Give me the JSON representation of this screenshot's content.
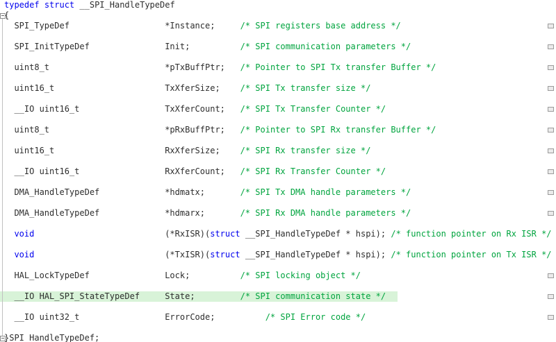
{
  "colors": {
    "keyword": "#0000EE",
    "comment": "#00A43E",
    "plain": "#2d2d2d",
    "highlight_bg": "#d8f3d8"
  },
  "code": {
    "language": "c",
    "lines": [
      {
        "tokens": [
          {
            "t": "typedef",
            "s": "k"
          },
          {
            "t": " ",
            "s": "p"
          },
          {
            "t": "struct",
            "s": "k"
          },
          {
            "t": " __SPI_HandleTypeDef",
            "s": "p"
          }
        ]
      },
      {
        "fold": "start",
        "tokens": [
          {
            "t": "{",
            "s": "p"
          }
        ]
      },
      {
        "mark": true,
        "tokens": [
          {
            "t": "  SPI_TypeDef",
            "s": "p"
          },
          {
            "t": "*Instance;",
            "s": "p",
            "col": 32
          },
          {
            "t": "/* SPI registers base address */",
            "s": "c",
            "col": 47
          }
        ]
      },
      {
        "blank": true
      },
      {
        "mark": true,
        "tokens": [
          {
            "t": "  SPI_InitTypeDef",
            "s": "p"
          },
          {
            "t": "Init;",
            "s": "p",
            "col": 32
          },
          {
            "t": "/* SPI communication parameters */",
            "s": "c",
            "col": 47
          }
        ]
      },
      {
        "blank": true
      },
      {
        "mark": true,
        "tokens": [
          {
            "t": "  uint8_t",
            "s": "p"
          },
          {
            "t": "*pTxBuffPtr;",
            "s": "p",
            "col": 32
          },
          {
            "t": "/* Pointer to SPI Tx transfer Buffer */",
            "s": "c",
            "col": 47
          }
        ]
      },
      {
        "blank": true
      },
      {
        "mark": true,
        "tokens": [
          {
            "t": "  uint16_t",
            "s": "p"
          },
          {
            "t": "TxXferSize;",
            "s": "p",
            "col": 32
          },
          {
            "t": "/* SPI Tx transfer size */",
            "s": "c",
            "col": 47
          }
        ]
      },
      {
        "blank": true
      },
      {
        "mark": true,
        "tokens": [
          {
            "t": "  __IO uint16_t",
            "s": "p"
          },
          {
            "t": "TxXferCount;",
            "s": "p",
            "col": 32
          },
          {
            "t": "/* SPI Tx Transfer Counter */",
            "s": "c",
            "col": 47
          }
        ]
      },
      {
        "blank": true
      },
      {
        "mark": true,
        "tokens": [
          {
            "t": "  uint8_t",
            "s": "p"
          },
          {
            "t": "*pRxBuffPtr;",
            "s": "p",
            "col": 32
          },
          {
            "t": "/* Pointer to SPI Rx transfer Buffer */",
            "s": "c",
            "col": 47
          }
        ]
      },
      {
        "blank": true
      },
      {
        "mark": true,
        "tokens": [
          {
            "t": "  uint16_t",
            "s": "p"
          },
          {
            "t": "RxXferSize;",
            "s": "p",
            "col": 32
          },
          {
            "t": "/* SPI Rx transfer size */",
            "s": "c",
            "col": 47
          }
        ]
      },
      {
        "blank": true
      },
      {
        "mark": true,
        "tokens": [
          {
            "t": "  __IO uint16_t",
            "s": "p"
          },
          {
            "t": "RxXferCount;",
            "s": "p",
            "col": 32
          },
          {
            "t": "/* SPI Rx Transfer Counter */",
            "s": "c",
            "col": 47
          }
        ]
      },
      {
        "blank": true
      },
      {
        "mark": true,
        "tokens": [
          {
            "t": "  DMA_HandleTypeDef",
            "s": "p"
          },
          {
            "t": "*hdmatx;",
            "s": "p",
            "col": 32
          },
          {
            "t": "/* SPI Tx DMA handle parameters */",
            "s": "c",
            "col": 47
          }
        ]
      },
      {
        "blank": true
      },
      {
        "mark": true,
        "tokens": [
          {
            "t": "  DMA_HandleTypeDef",
            "s": "p"
          },
          {
            "t": "*hdmarx;",
            "s": "p",
            "col": 32
          },
          {
            "t": "/* SPI Rx DMA handle parameters */",
            "s": "c",
            "col": 47
          }
        ]
      },
      {
        "blank": true
      },
      {
        "tokens": [
          {
            "t": "  ",
            "s": "p"
          },
          {
            "t": "void",
            "s": "k"
          },
          {
            "t": "(*RxISR)(",
            "s": "p",
            "col": 32
          },
          {
            "t": "struct",
            "s": "k"
          },
          {
            "t": " __SPI_HandleTypeDef * hspi); ",
            "s": "p"
          },
          {
            "t": "/* function pointer on Rx ISR */",
            "s": "c"
          }
        ]
      },
      {
        "blank": true
      },
      {
        "tokens": [
          {
            "t": "  ",
            "s": "p"
          },
          {
            "t": "void",
            "s": "k"
          },
          {
            "t": "(*TxISR)(",
            "s": "p",
            "col": 32
          },
          {
            "t": "struct",
            "s": "k"
          },
          {
            "t": " __SPI_HandleTypeDef * hspi); ",
            "s": "p"
          },
          {
            "t": "/* function pointer on Tx ISR */",
            "s": "c"
          }
        ]
      },
      {
        "blank": true
      },
      {
        "mark": true,
        "tokens": [
          {
            "t": "  HAL_LockTypeDef",
            "s": "p"
          },
          {
            "t": "Lock;",
            "s": "p",
            "col": 32
          },
          {
            "t": "/* SPI locking object */",
            "s": "c",
            "col": 47
          }
        ]
      },
      {
        "blank": true
      },
      {
        "highlight": true,
        "mark": true,
        "tokens": [
          {
            "t": "  __IO HAL_SPI_StateTypeDef",
            "s": "p"
          },
          {
            "t": "State;",
            "s": "p",
            "col": 32
          },
          {
            "t": "/* SPI communication state */",
            "s": "c",
            "col": 47
          }
        ]
      },
      {
        "blank": true
      },
      {
        "mark": true,
        "tokens": [
          {
            "t": "  __IO uint32_t",
            "s": "p"
          },
          {
            "t": "ErrorCode;",
            "s": "p",
            "col": 32
          },
          {
            "t": "/* SPI Error code */",
            "s": "c",
            "col": 52
          }
        ]
      },
      {
        "blank": true
      },
      {
        "fold": "end",
        "tokens": [
          {
            "t": "}SPI_HandleTypeDef;",
            "s": "p"
          }
        ]
      }
    ]
  }
}
